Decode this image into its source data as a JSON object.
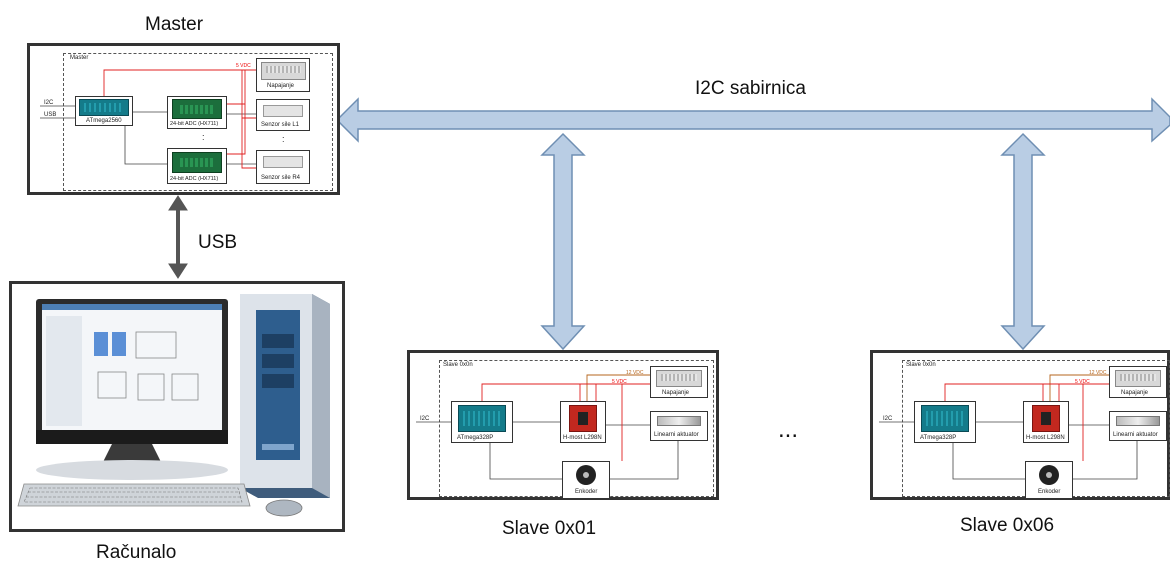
{
  "labels": {
    "master": "Master",
    "usb": "USB",
    "racunalo": "Računalo",
    "i2c_bus": "I2C sabirnica",
    "slave1": "Slave 0x01",
    "slave6": "Slave 0x06",
    "dots": "..."
  },
  "master_box": {
    "title": "Master",
    "vdc": "5 VDC",
    "napajanje": "Napajanje",
    "i2c": "I2C",
    "usb": "USB",
    "mcu": "ATmega2560",
    "adc1": "24-bit ADC (HX711)",
    "adc4": "24-bit ADC (HX711)",
    "sensor1": "Senzor sile L1",
    "sensor4": "Senzor sile R4",
    "vdots": ":"
  },
  "slave_box": {
    "title": "Slave 0x0n",
    "vdc12": "12 VDC",
    "vdc5": "5 VDC",
    "napajanje": "Napajanje",
    "i2c": "I2C",
    "mcu": "ATmega328P",
    "hbridge": "H-most L298N",
    "actuator": "Linearni aktuator",
    "encoder": "Enkoder"
  },
  "colors": {
    "arrow_fill": "#b9cde4",
    "arrow_stroke": "#6f8fb3",
    "power_line": "#e02020",
    "power12_line": "#b5651d",
    "usb_arrow": "#555555"
  }
}
